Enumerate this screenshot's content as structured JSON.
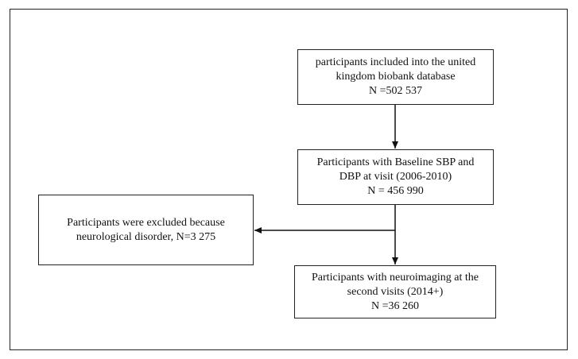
{
  "flowchart": {
    "total": {
      "lines": [
        "participants included into the united",
        "kingdom biobank database",
        "N =502 537"
      ]
    },
    "baseline": {
      "lines": [
        "Participants with Baseline SBP and",
        "DBP at visit (2006-2010)",
        "N = 456 990"
      ]
    },
    "excluded": {
      "lines": [
        "Participants were excluded because",
        "neurological disorder, N=3 275"
      ]
    },
    "neuroimaging": {
      "lines": [
        "Participants with neuroimaging at the",
        "second visits (2014+)",
        "N =36 260"
      ]
    }
  }
}
